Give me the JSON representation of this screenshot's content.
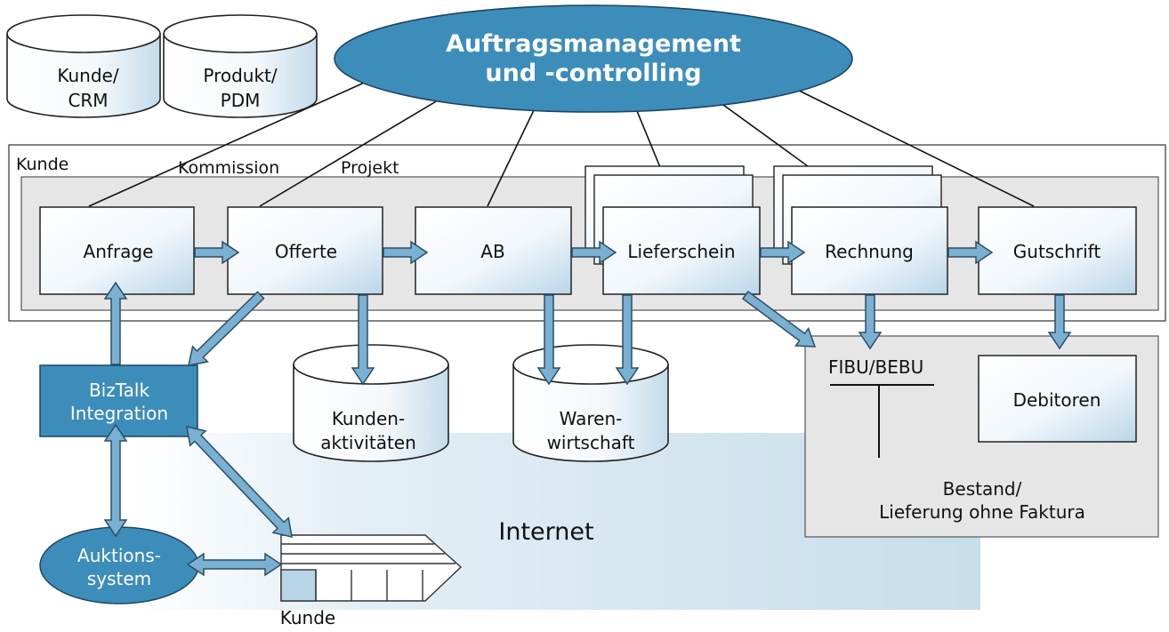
{
  "title": {
    "line1": "Auftragsmanagement",
    "line2": "und -controlling"
  },
  "databases": {
    "kunde_crm": {
      "line1": "Kunde/",
      "line2": "CRM"
    },
    "produkt_pdm": {
      "line1": "Produkt/",
      "line2": "PDM"
    },
    "kundenaktivitaeten": {
      "line1": "Kunden-",
      "line2": "aktivitäten"
    },
    "warenwirtschaft": {
      "line1": "Waren-",
      "line2": "wirtschaft"
    }
  },
  "regions": {
    "kunde": "Kunde",
    "kommission": "Kommission",
    "projekt": "Projekt",
    "internet": "Internet",
    "kunde_bottom": "Kunde"
  },
  "process_steps": {
    "anfrage": "Anfrage",
    "offerte": "Offerte",
    "ab": "AB",
    "lieferschein": "Lieferschein",
    "rechnung": "Rechnung",
    "gutschrift": "Gutschrift"
  },
  "biztalk": {
    "line1": "BizTalk",
    "line2": "Integration"
  },
  "auktion": {
    "line1": "Auktions-",
    "line2": "system"
  },
  "accounting": {
    "fibu": "FIBU/BEBU",
    "debitoren": "Debitoren",
    "bestand_line1": "Bestand/",
    "bestand_line2": "Lieferung ohne Faktura"
  },
  "colors": {
    "accent_blue": "#3d8dbb",
    "arrow_fill": "#7ab0d2",
    "arrow_stroke": "#2b4e66",
    "panel_gray": "#e6e6e6",
    "internet_blue": "#c7deeb"
  }
}
